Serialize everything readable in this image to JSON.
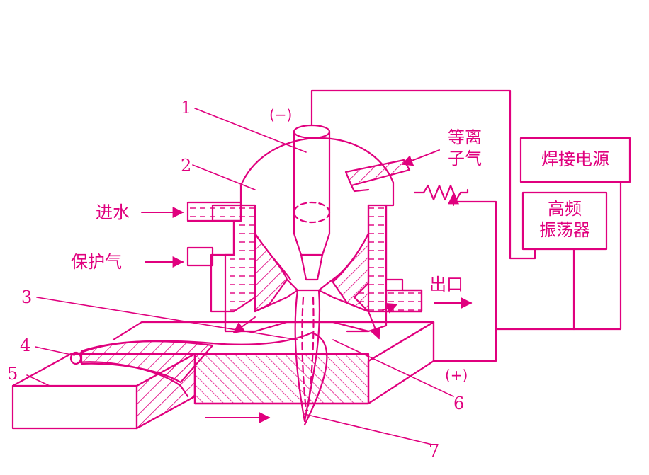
{
  "colors": {
    "ink": "#e0007e",
    "hatch": "#e0007e",
    "background": "#ffffff"
  },
  "labels": {
    "part_1": "1",
    "part_2": "2",
    "part_3": "3",
    "part_4": "4",
    "part_5": "5",
    "part_6": "6",
    "part_7": "7",
    "minus": "(−)",
    "plus": "(+)",
    "plasma_gas_line1": "等离",
    "plasma_gas_line2": "子气",
    "water_in": "进水",
    "shield_gas": "保护气",
    "outlet": "出口",
    "power_supply": "焊接电源",
    "hf_line1": "高频",
    "hf_line2": "振荡器"
  }
}
